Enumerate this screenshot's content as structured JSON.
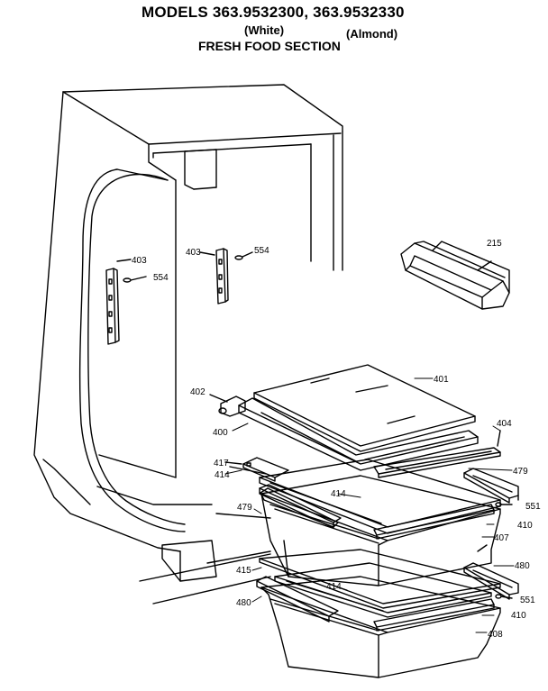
{
  "header": {
    "models_line": "MODELS 363.9532300, 363.9532330",
    "variant_white": "(White)",
    "variant_almond": "(Almond)",
    "section_title": "FRESH FOOD SECTION"
  },
  "parts": {
    "p403_left": "403",
    "p554_left": "554",
    "p403_right": "403",
    "p554_right": "554",
    "p215": "215",
    "p401": "401",
    "p402": "402",
    "p400": "400",
    "p404": "404",
    "p417": "417",
    "p414_a": "414",
    "p479_right": "479",
    "p414_b": "414",
    "p551_a": "551",
    "p479_left": "479",
    "p410_a": "410",
    "p407": "407",
    "p480_right": "480",
    "p415": "415",
    "p414_c": "414",
    "p551_b": "551",
    "p480_left": "480",
    "p410_b": "410",
    "p408": "408"
  },
  "colors": {
    "line": "#000000",
    "background": "#ffffff"
  }
}
